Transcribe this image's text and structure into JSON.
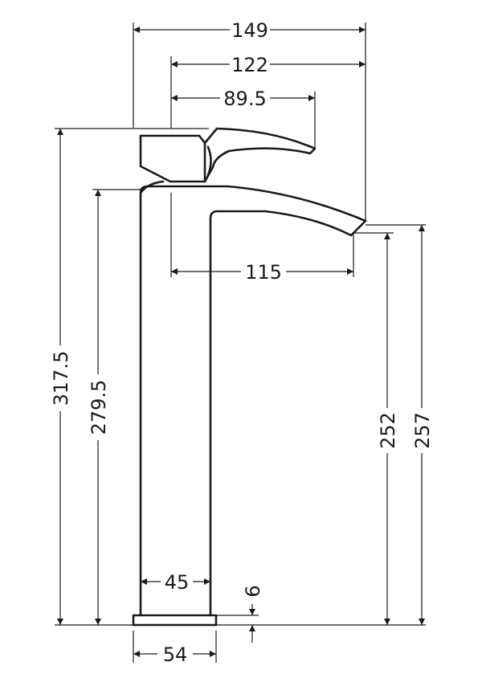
{
  "dimensions": {
    "overall_width": "149",
    "lever_reach": "122",
    "lever_length": "89.5",
    "spout_reach": "115",
    "overall_height": "317.5",
    "body_height": "279.5",
    "outlet_height": "252",
    "spout_top_height": "257",
    "body_width": "45",
    "base_thickness": "6",
    "base_width": "54"
  },
  "colors": {
    "line": "#1a1a1a",
    "background": "#ffffff"
  }
}
